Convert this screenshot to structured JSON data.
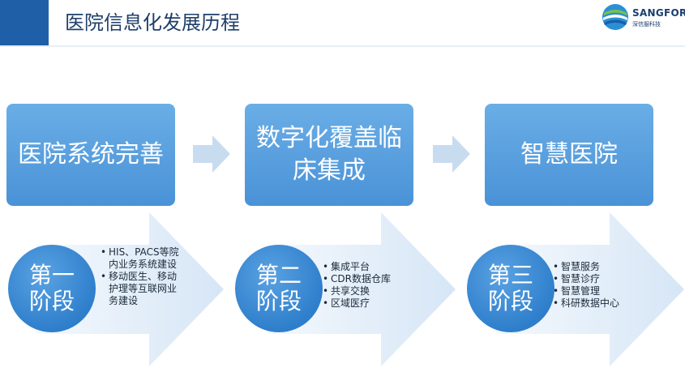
{
  "header": {
    "title": "医院信息化发展历程",
    "logo": {
      "name": "SANGFOR",
      "subtitle": "深信服科技"
    }
  },
  "colors": {
    "header_bar": "#1f5fa8",
    "phase_box": "#4a92d8",
    "stage_circle": "#2f7fcc",
    "arrow_light": "#dbe9f7"
  },
  "phases": [
    {
      "box_label": "医院系统完善",
      "stage_line1": "第一",
      "stage_line2": "阶段",
      "bullets": [
        "HIS、PACS等院内业务系统建设",
        "移动医生、移动护理等互联网业务建设"
      ]
    },
    {
      "box_label": "数字化覆盖临床集成",
      "stage_line1": "第二",
      "stage_line2": "阶段",
      "bullets": [
        "集成平台",
        "CDR数据仓库",
        "共享交换",
        "区域医疗"
      ]
    },
    {
      "box_label": "智慧医院",
      "stage_line1": "第三",
      "stage_line2": "阶段",
      "bullets": [
        "智慧服务",
        "智慧诊疗",
        "智慧管理",
        "科研数据中心"
      ]
    }
  ]
}
